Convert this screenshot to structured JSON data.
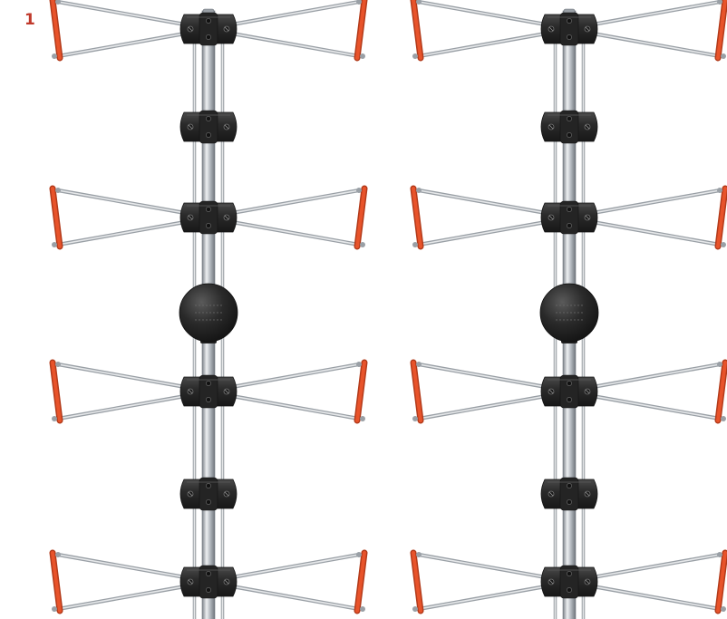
{
  "figure": {
    "label": "1"
  },
  "antennas": {
    "count": 2,
    "bowtie_elements_per_antenna": 4,
    "mid_clamps_per_antenna": 2,
    "balun_spheres_per_antenna": 1
  },
  "colors": {
    "background": "#ffffff",
    "figure_label": "#c0392b",
    "element_tip": "#e8532a",
    "element_tip_dark": "#b23a1a",
    "wire": "#9aa0a6",
    "wire_highlight": "#e6e8ea",
    "mast": "#b9bec4",
    "mast_highlight": "#eef0f2",
    "mast_shadow": "#7d838a",
    "clamp": "#2b2b2b",
    "clamp_highlight": "#555555",
    "sphere": "#262626"
  }
}
